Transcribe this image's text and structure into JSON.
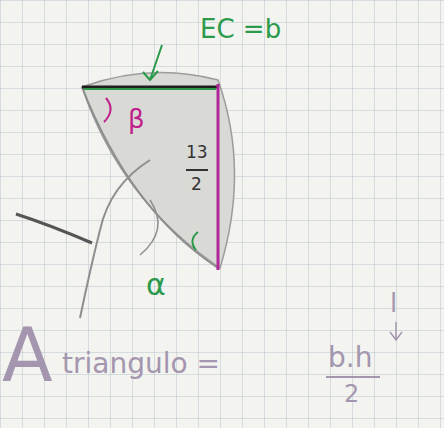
{
  "diagram": {
    "labels": [
      "EC =b",
      "β",
      "13",
      "2",
      "α",
      "A",
      "triangulo =",
      "b.h",
      "2",
      "l"
    ]
  }
}
